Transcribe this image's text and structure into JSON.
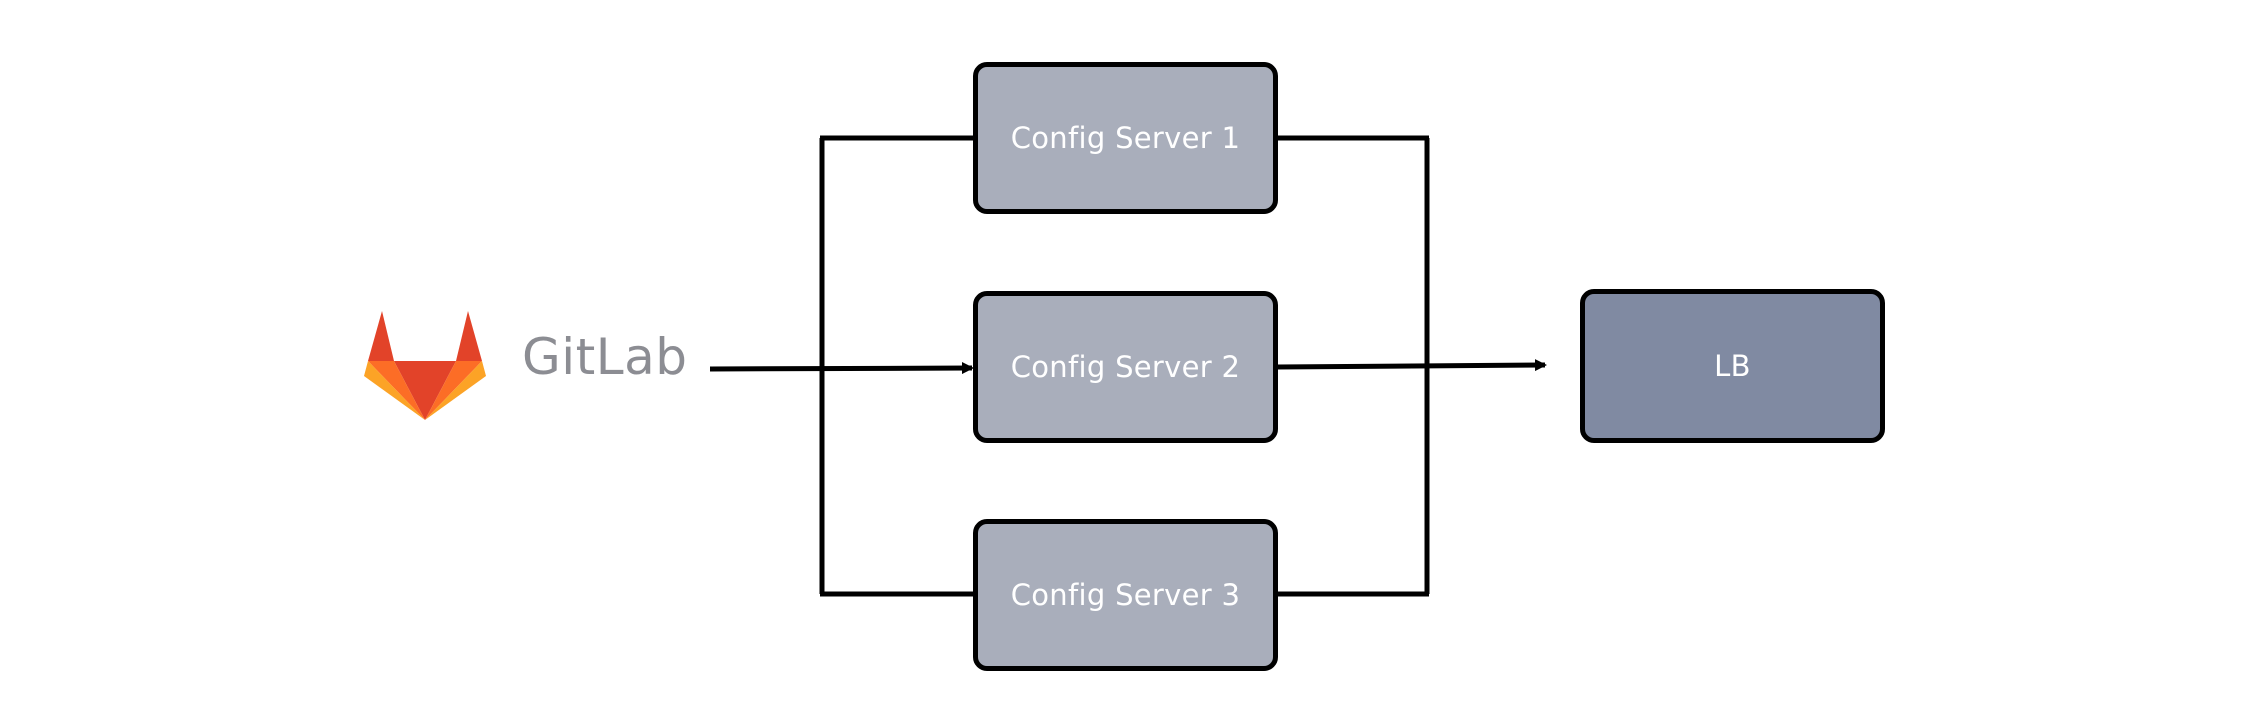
{
  "source": {
    "wordmark": "GitLab",
    "logo_icon": "gitlab-fox-icon",
    "logo_colors": {
      "top": "#e24329",
      "middle": "#fc6d26",
      "bottom": "#fca326"
    }
  },
  "config_servers": [
    {
      "label": "Config Server 1"
    },
    {
      "label": "Config Server 2"
    },
    {
      "label": "Config Server 3"
    }
  ],
  "load_balancer": {
    "label": "LB"
  },
  "colors": {
    "server_fill": "#a9aebb",
    "lb_fill": "#808aa2",
    "stroke": "#000000",
    "label_text": "#ffffff",
    "wordmark_text": "#8c8d93"
  }
}
